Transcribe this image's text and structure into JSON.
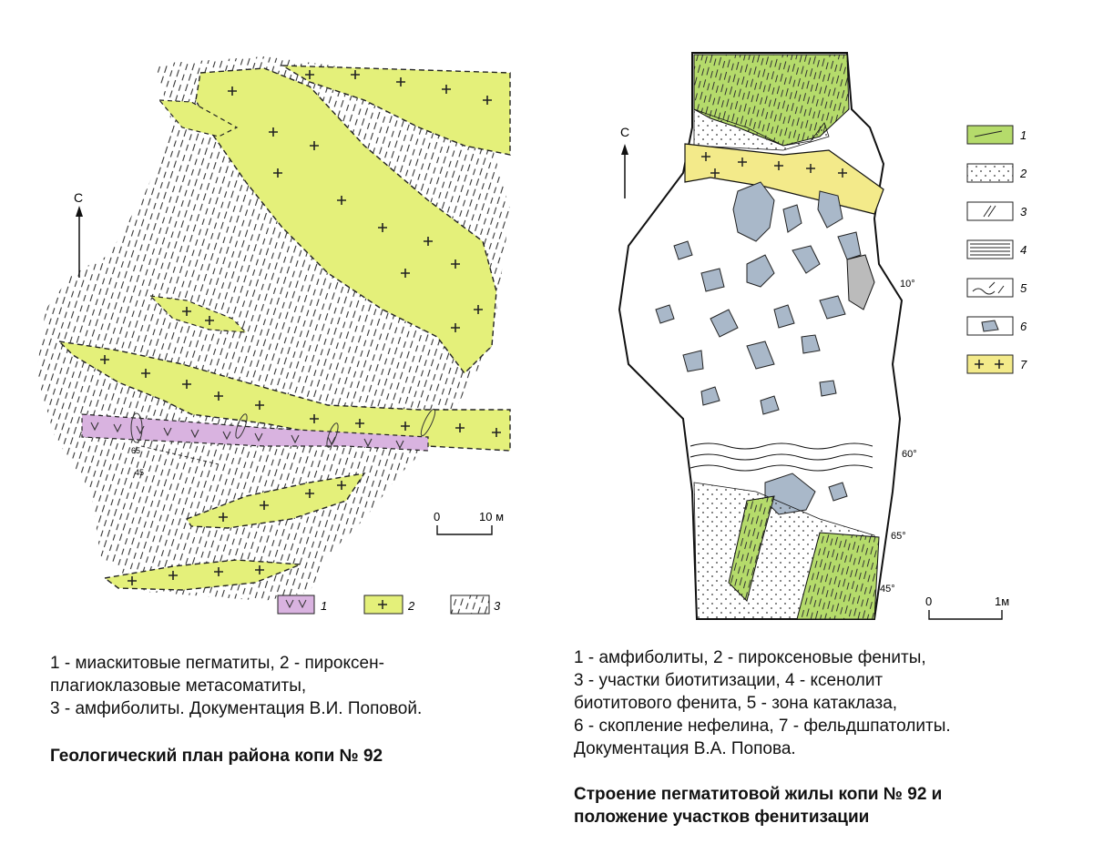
{
  "left_figure": {
    "north_label": "С",
    "scale": {
      "start": "0",
      "end": "10 м"
    },
    "dip_labels": [
      "65",
      "45"
    ],
    "legend": [
      {
        "num": "1",
        "color": "#d9b3e0"
      },
      {
        "num": "2",
        "color": "#e4f07a"
      },
      {
        "num": "3",
        "color": "#ffffff"
      }
    ],
    "caption": "1 - миаскитовые пегматиты, 2 - пироксен-\nплагиоклазовые метасоматиты,\n3 - амфиболиты. Документация В.И. Поповой.",
    "title": "Геологический план района копи № 92"
  },
  "right_figure": {
    "north_label": "С",
    "scale": {
      "start": "0",
      "end": "1м"
    },
    "angle_labels": [
      "10°",
      "60°",
      "65°",
      "45°"
    ],
    "legend": [
      {
        "num": "1",
        "color": "#b5db6b"
      },
      {
        "num": "2",
        "color": "#ffffff"
      },
      {
        "num": "3",
        "color": "#ffffff"
      },
      {
        "num": "4",
        "color": "#ffffff"
      },
      {
        "num": "5",
        "color": "#ffffff"
      },
      {
        "num": "6",
        "color": "#ffffff"
      },
      {
        "num": "7",
        "color": "#f3ea8a"
      }
    ],
    "caption": "1 - амфиболиты, 2 - пироксеновые фениты,\n3 - участки биотитизации, 4 - ксенолит\nбиотитового фенита, 5 - зона катаклаза,\n6 - скопление нефелина, 7 - фельдшпатолиты.\nДокументация В.А. Попова.",
    "title": "Строение пегматитовой жилы копи № 92 и\nположение участков фенитизации"
  },
  "colors": {
    "pegmatite_violet": "#d9b3e0",
    "metasomatite_yellow": "#e4f07a",
    "amphibolite_green": "#b5db6b",
    "feldspatholite_yellow": "#f3ea8a",
    "nepheline_gray": "#a9b8c9"
  }
}
